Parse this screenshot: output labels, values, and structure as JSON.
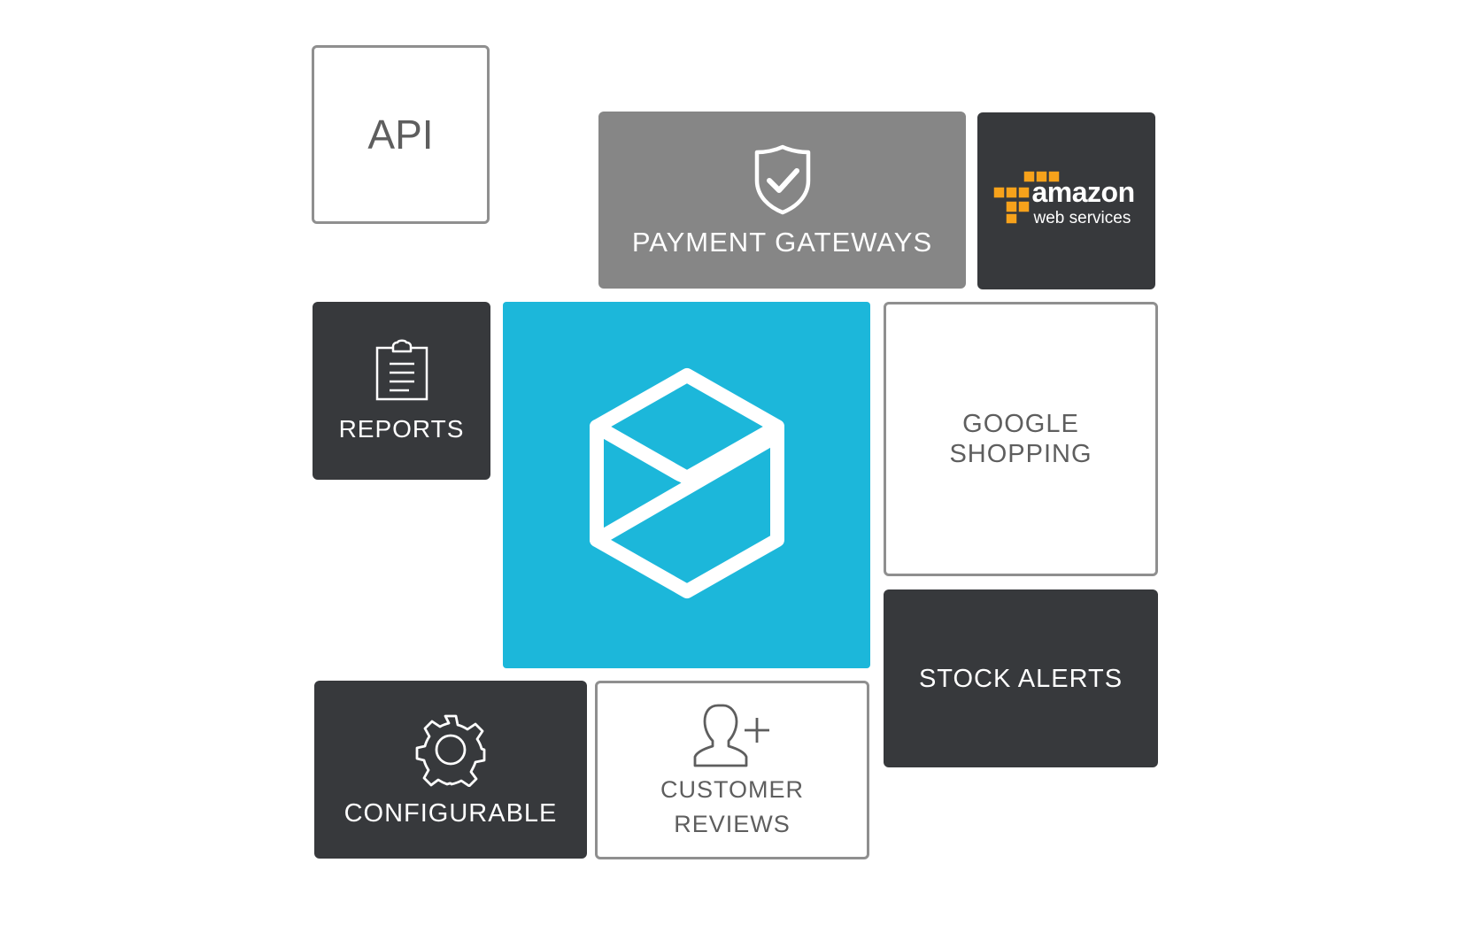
{
  "tiles": {
    "api": {
      "label": "API"
    },
    "payment_gateways": {
      "label": "PAYMENT GATEWAYS",
      "icon": "shield-check-icon"
    },
    "aws": {
      "logo_text": "amazon",
      "logo_subtext": "web services"
    },
    "reports": {
      "label": "REPORTS",
      "icon": "clipboard-icon"
    },
    "center": {
      "icon": "hexagon-box-logo-icon"
    },
    "google_shopping": {
      "label_line1": "GOOGLE",
      "label_line2": "SHOPPING"
    },
    "stock_alerts": {
      "label": "STOCK ALERTS"
    },
    "configurable": {
      "label": "CONFIGURABLE",
      "icon": "gear-icon"
    },
    "customer_reviews": {
      "label_line1": "CUSTOMER",
      "label_line2": "REVIEWS",
      "icon": "add-user-icon"
    }
  },
  "colors": {
    "accent_blue": "#1cb7da",
    "dark_tile": "#37393c",
    "grey_tile": "#868686",
    "outline_border": "#8f8f8f",
    "aws_orange": "#f7a21b"
  }
}
